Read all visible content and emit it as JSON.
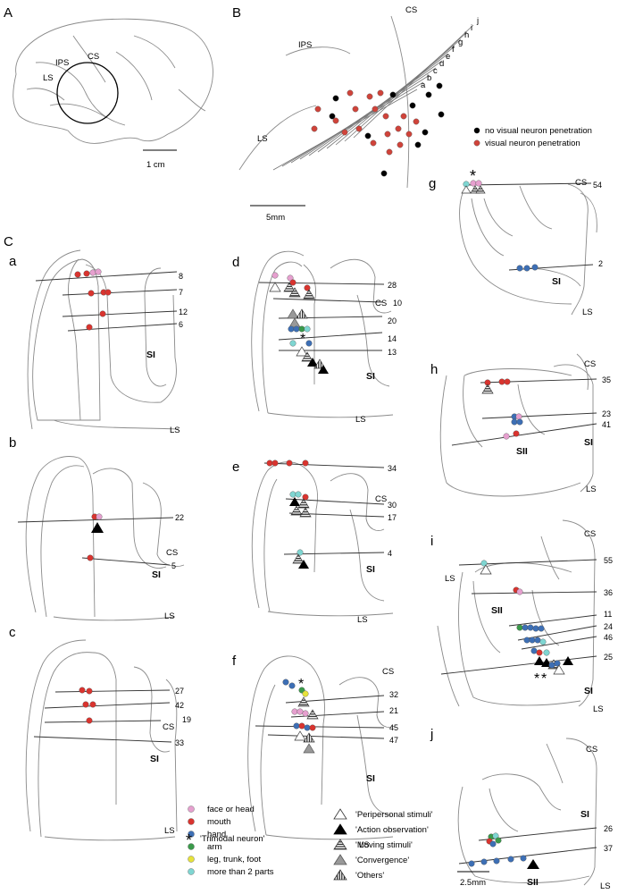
{
  "panel_labels": {
    "A": "A",
    "B": "B",
    "C": "C"
  },
  "panel_A": {
    "sulci": [
      "IPS",
      "CS",
      "LS"
    ],
    "scale": "1 cm"
  },
  "panel_B": {
    "sulci": [
      "CS",
      "IPS",
      "LS"
    ],
    "line_letters": [
      "j",
      "i",
      "h",
      "g",
      "f",
      "e",
      "d",
      "c",
      "b",
      "a"
    ],
    "legend": {
      "black": {
        "label": "no visual neuron penetration",
        "color": "#000000"
      },
      "red": {
        "label": "visual neuron penetration",
        "color": "#d0433a"
      }
    },
    "scale": "5mm"
  },
  "subpanels": [
    {
      "id": "a",
      "penetrations": [
        "8",
        "7",
        "12",
        "6"
      ],
      "labels": [
        "SI",
        "LS"
      ]
    },
    {
      "id": "b",
      "penetrations": [
        "22",
        "5"
      ],
      "labels": [
        "CS",
        "SI",
        "LS"
      ]
    },
    {
      "id": "c",
      "penetrations": [
        "27",
        "42",
        "19",
        "33"
      ],
      "labels": [
        "CS",
        "SI",
        "LS"
      ]
    },
    {
      "id": "d",
      "penetrations": [
        "28",
        "10",
        "20",
        "14",
        "13"
      ],
      "labels": [
        "CS",
        "SI",
        "LS"
      ]
    },
    {
      "id": "e",
      "penetrations": [
        "34",
        "30",
        "17",
        "4"
      ],
      "labels": [
        "CS",
        "SI",
        "LS"
      ]
    },
    {
      "id": "f",
      "penetrations": [
        "32",
        "21",
        "45",
        "47"
      ],
      "labels": [
        "CS",
        "SI",
        "LS"
      ]
    },
    {
      "id": "g",
      "penetrations": [
        "54",
        "2"
      ],
      "labels": [
        "CS",
        "SI",
        "LS"
      ]
    },
    {
      "id": "h",
      "penetrations": [
        "35",
        "23",
        "41"
      ],
      "labels": [
        "CS",
        "SII",
        "SI",
        "LS"
      ]
    },
    {
      "id": "i",
      "penetrations": [
        "55",
        "36",
        "11",
        "24",
        "46",
        "25"
      ],
      "labels": [
        "CS",
        "LS",
        "SII",
        "SI",
        "LS"
      ]
    },
    {
      "id": "j",
      "penetrations": [
        "26",
        "37"
      ],
      "labels": [
        "CS",
        "SI",
        "SII",
        "LS"
      ]
    }
  ],
  "legend_parts": [
    {
      "label": "face or head",
      "color": "#e6a0cf"
    },
    {
      "label": "mouth",
      "color": "#d9342f"
    },
    {
      "label": "hand",
      "color": "#3d6fb5"
    },
    {
      "label": "arm",
      "color": "#3a9a4a"
    },
    {
      "label": "leg, trunk, foot",
      "color": "#e6e23a"
    },
    {
      "label": "more than 2 parts",
      "color": "#7fd6d2"
    }
  ],
  "legend_trimodal": "'Trimodal neuron'",
  "legend_stimuli": [
    {
      "label": "'Peripersonal stimuli'",
      "icon": "open-triangle-icon"
    },
    {
      "label": "'Action observation'",
      "icon": "filled-triangle-icon"
    },
    {
      "label": "'Moving stimuli'",
      "icon": "striped-triangle-icon"
    },
    {
      "label": "'Convergence'",
      "icon": "gray-triangle-icon"
    },
    {
      "label": "'Others'",
      "icon": "vertical-striped-triangle-icon"
    }
  ],
  "scale_j": "2.5mm"
}
